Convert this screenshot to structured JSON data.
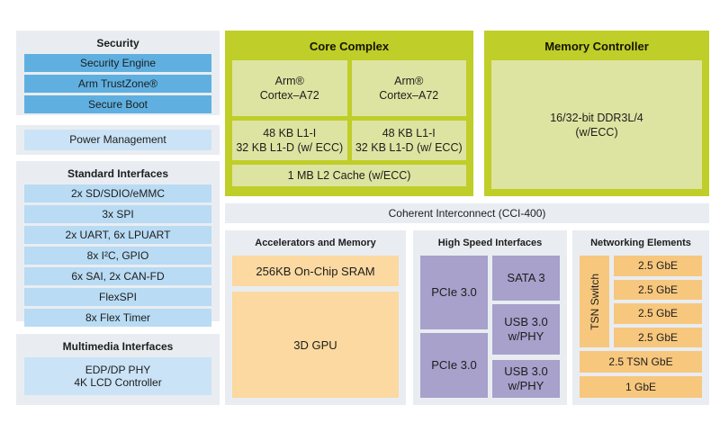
{
  "palette": {
    "panel_bg": "#e9edf1",
    "security_row_blue": "#5fb0e1",
    "interface_row_blue": "#b9dbf4",
    "pale_row_blue": "#cbe3f6",
    "green": "#bfce28",
    "green_light": "#dde4a1",
    "tan": "#fbd9a0",
    "orange": "#f7c77d",
    "purple": "#a7a1cc",
    "text": "#1d1d1d"
  },
  "left": {
    "security": {
      "title": "Security",
      "items": [
        "Security Engine",
        "Arm TrustZone®",
        "Secure Boot"
      ]
    },
    "power": {
      "item": "Power Management"
    },
    "standard": {
      "title": "Standard Interfaces",
      "items": [
        "2x SD/SDIO/eMMC",
        "3x SPI",
        "2x UART, 6x LPUART",
        "8x I²C, GPIO",
        "6x SAI, 2x CAN-FD",
        "FlexSPI",
        "8x Flex Timer"
      ]
    },
    "multimedia": {
      "title": "Multimedia Interfaces",
      "item": "EDP/DP PHY\n4K LCD Controller"
    }
  },
  "core_complex": {
    "title": "Core Complex",
    "cores": [
      "Arm®\nCortex–A72",
      "Arm®\nCortex–A72"
    ],
    "l1_caches": [
      "48 KB L1-I\n32 KB L1-D (w/ ECC)",
      "48 KB L1-I\n32 KB L1-D (w/ ECC)"
    ],
    "l2_cache": "1 MB L2 Cache (w/ECC)"
  },
  "memory_controller": {
    "title": "Memory Controller",
    "block": "16/32-bit DDR3L/4\n(w/ECC)"
  },
  "interconnect": {
    "label": "Coherent Interconnect (CCI-400)"
  },
  "accelerators": {
    "title": "Accelerators and Memory",
    "sram": "256KB On-Chip SRAM",
    "gpu": "3D GPU"
  },
  "high_speed": {
    "title": "High Speed Interfaces",
    "pcie": [
      "PCIe 3.0",
      "PCIe 3.0"
    ],
    "sata": "SATA 3",
    "usb": [
      "USB 3.0\nw/PHY",
      "USB 3.0\nw/PHY"
    ]
  },
  "networking": {
    "title": "Networking Elements",
    "switch": "TSN Switch",
    "ports": [
      "2.5 GbE",
      "2.5 GbE",
      "2.5 GbE",
      "2.5 GbE"
    ],
    "tsn_port": "2.5 TSN GbE",
    "gbe_port": "1 GbE"
  }
}
